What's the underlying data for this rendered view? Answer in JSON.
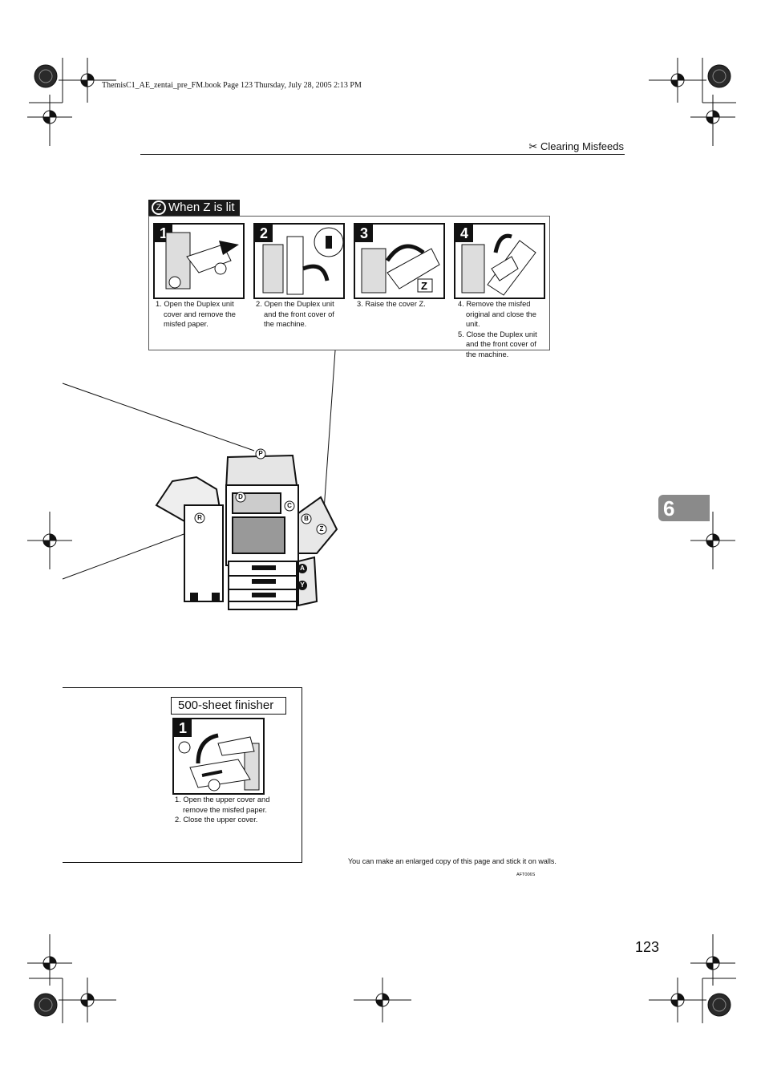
{
  "print_header": "ThemisC1_AE_zentai_pre_FM.book  Page 123  Thursday, July 28, 2005  2:13 PM",
  "running_head": {
    "icon": "misfeed-icon",
    "text": "Clearing Misfeeds"
  },
  "chapter_tab": "6",
  "section_z": {
    "badge": "Z",
    "title": "When Z is lit",
    "steps": [
      {
        "number": "1",
        "lines": [
          "1. Open the Duplex unit cover and remove the misfed paper."
        ]
      },
      {
        "number": "2",
        "lines": [
          "2. Open the Duplex unit and the front cover of the machine."
        ]
      },
      {
        "number": "3",
        "lines": [
          "3. Raise the cover Z."
        ]
      },
      {
        "number": "4",
        "lines": [
          "4. Remove the misfed original and close the unit.",
          "5. Close the Duplex unit and the front cover of the machine."
        ]
      }
    ]
  },
  "machine_labels": [
    "P",
    "D",
    "C",
    "B",
    "Z",
    "R",
    "A",
    "Y"
  ],
  "section_finisher": {
    "title": "500-sheet finisher",
    "step_number": "1",
    "lines": [
      "1. Open the upper cover and remove the misfed paper.",
      "2. Close the upper cover."
    ]
  },
  "footer_note": "You can make an enlarged copy of this page and stick it on walls.",
  "figure_code": "AFT006S",
  "page_number": "123"
}
